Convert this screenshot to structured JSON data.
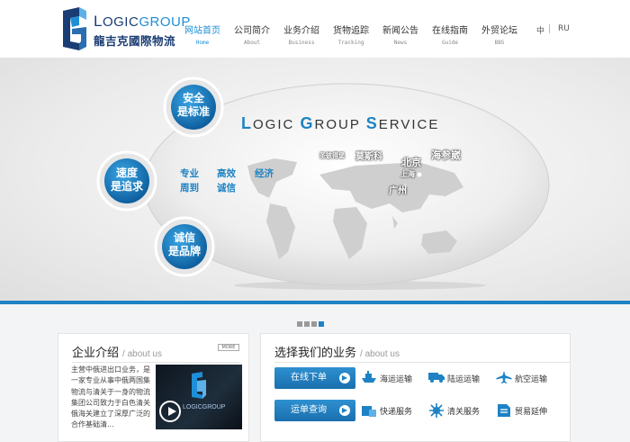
{
  "logo": {
    "en_prefix": "L",
    "en_mid": "OGIC",
    "en_suffix": "GROUP",
    "cn": "龍吉克國際物流"
  },
  "nav": [
    {
      "cn": "网站首页",
      "en": "Home"
    },
    {
      "cn": "公司简介",
      "en": "About"
    },
    {
      "cn": "业务介绍",
      "en": "Business"
    },
    {
      "cn": "货物追踪",
      "en": "Tracking"
    },
    {
      "cn": "新闻公告",
      "en": "News"
    },
    {
      "cn": "在线指南",
      "en": "Guide"
    },
    {
      "cn": "外贸论坛",
      "en": "BBS"
    }
  ],
  "lang": {
    "cn": "中",
    "ru": "RU"
  },
  "banner": {
    "title_L": "L",
    "title_1": "OGIC ",
    "title_G": "G",
    "title_2": "ROUP ",
    "title_S": "S",
    "title_3": "ERVICE",
    "bubble1": [
      "安全",
      "是标准"
    ],
    "bubble2": [
      "速度",
      "是追求"
    ],
    "bubble3": [
      "诚信",
      "是品牌"
    ],
    "words": [
      "专业",
      "高效",
      "经济",
      "周到",
      "诚信"
    ],
    "cities": {
      "spb": "圣彼得堡",
      "moscow": "莫斯科",
      "beijing": "北京",
      "shanghai": "上海",
      "guangzhou": "广州",
      "haishenwei": "海参崴"
    }
  },
  "intro": {
    "title": "企业介绍",
    "sub": "about us",
    "more": "MORE",
    "text": "主营中俄进出口业务，是一家专业从事中俄两国集物流与清关于一身的物流集团公司致力于白色清关俄海关建立了深厚广泛的合作基础清...",
    "video_logo": "LOGICGROUP"
  },
  "business": {
    "title": "选择我们的业务",
    "sub": "about us",
    "btn_order": "在线下单",
    "btn_query": "运单查询",
    "services": [
      "海运运输",
      "陆运运输",
      "航空运输",
      "快递服务",
      "清关服务",
      "贸易延伸"
    ]
  },
  "colors": {
    "primary": "#1e82c4",
    "navy": "#1a3d73",
    "accent": "#1e8fd6"
  }
}
